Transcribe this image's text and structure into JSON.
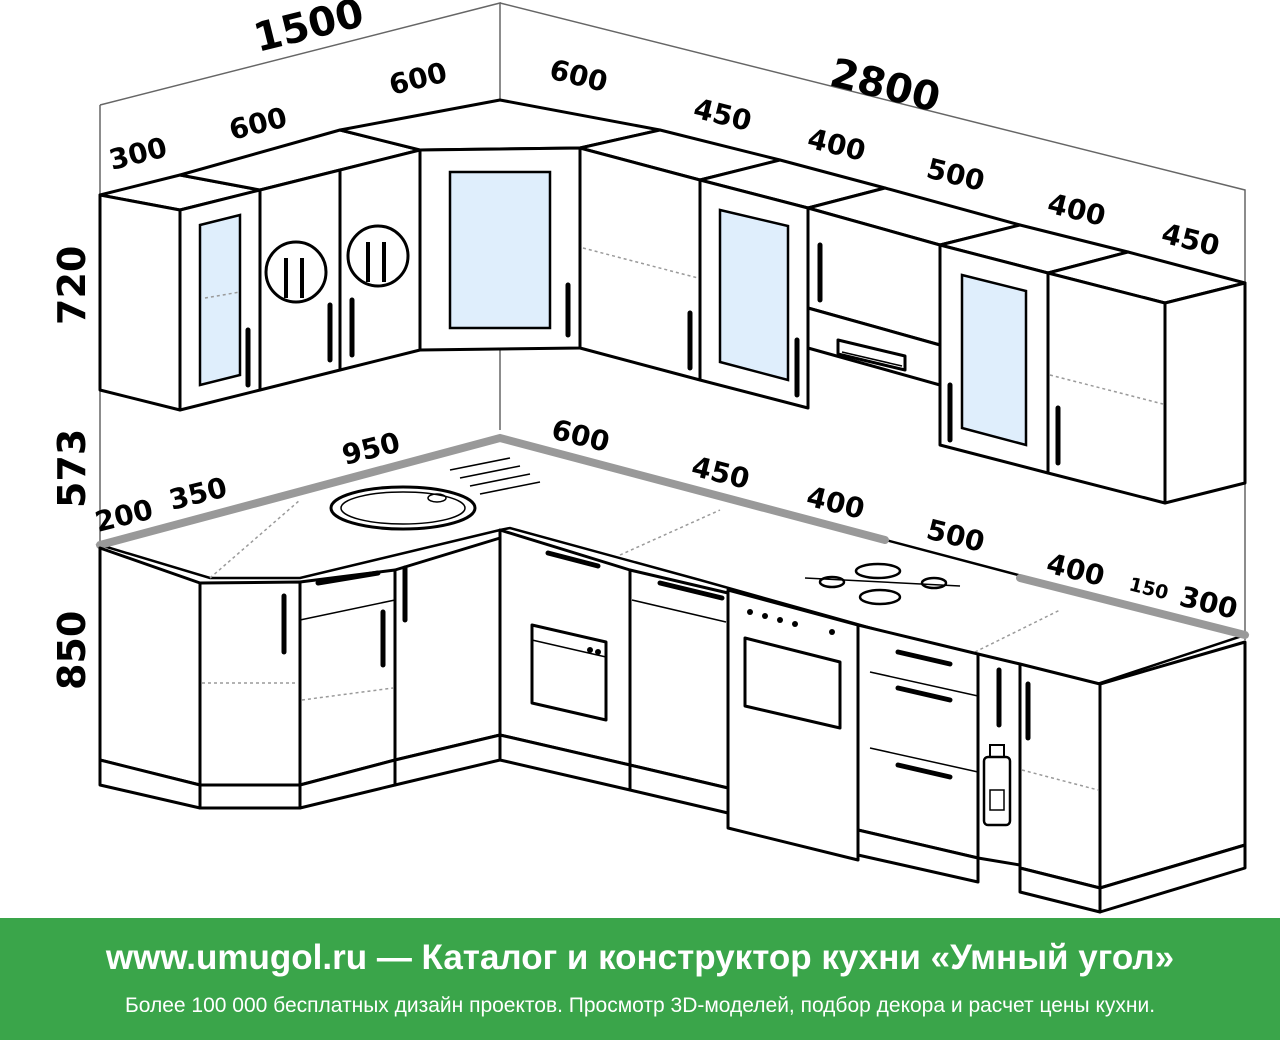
{
  "diagram": {
    "dimensions": {
      "left_wall_total": "1500",
      "back_wall_total": "2800",
      "upper_height": "720",
      "gap_height": "573",
      "base_height": "850",
      "upper_left": [
        "300",
        "600",
        "600"
      ],
      "upper_back": [
        "600",
        "450",
        "400",
        "500",
        "400",
        "450"
      ],
      "base_left": [
        "200",
        "350",
        "950"
      ],
      "base_back": [
        "600",
        "450",
        "400",
        "500",
        "400",
        "150",
        "300"
      ]
    }
  },
  "footer": {
    "title": "www.umugol.ru — Каталог и конструктор кухни «Умный угол»",
    "subtitle": "Более 100 000 бесплатных дизайн проектов. Просмотр 3D-моделей, подбор декора и расчет цены кухни."
  },
  "colors": {
    "footer_background": "#3aa54a",
    "glass": "#dfeefc"
  }
}
